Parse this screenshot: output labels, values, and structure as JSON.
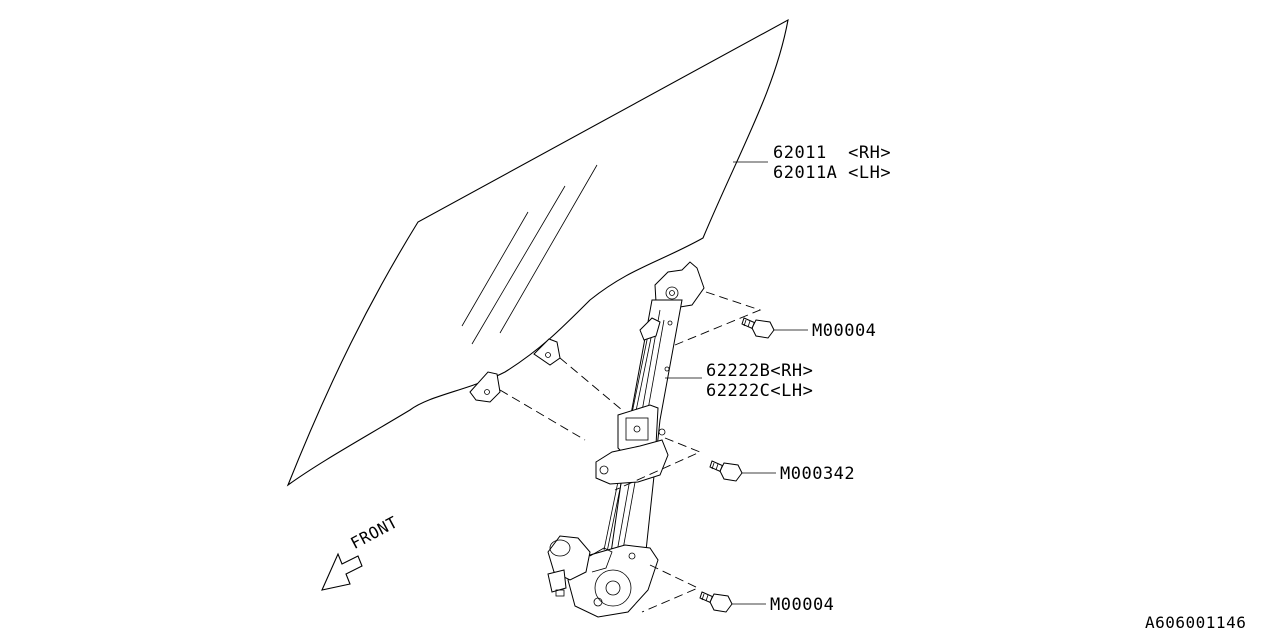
{
  "callouts": {
    "glass_rh": "62011  <RH>",
    "glass_lh": "62011A <LH>",
    "bolt_top": "M00004",
    "regulator_rh": "62222B<RH>",
    "regulator_lh": "62222C<LH>",
    "bolt_mid": "M000342",
    "bolt_bottom": "M00004"
  },
  "front_label": "FRONT",
  "diagram_id": "A606001146"
}
